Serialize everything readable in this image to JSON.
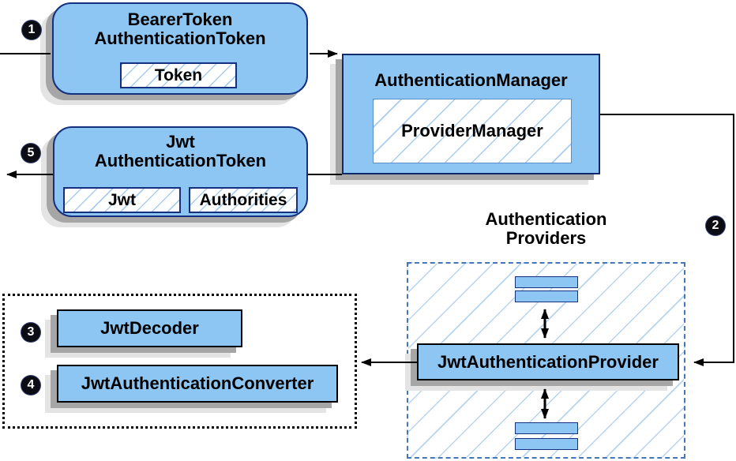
{
  "nodes": {
    "bearer_token": {
      "title_line1": "BearerToken",
      "title_line2": "AuthenticationToken",
      "field_token": "Token"
    },
    "authentication_manager": {
      "title": "AuthenticationManager",
      "field_provider_manager": "ProviderManager"
    },
    "jwt_authentication_token": {
      "title_line1": "Jwt",
      "title_line2": "AuthenticationToken",
      "field_jwt": "Jwt",
      "field_authorities": "Authorities"
    },
    "providers_group": {
      "label_line1": "Authentication",
      "label_line2": "Providers"
    },
    "jwt_authentication_provider": {
      "title": "JwtAuthenticationProvider"
    },
    "jwt_decoder": {
      "title": "JwtDecoder"
    },
    "jwt_authentication_converter": {
      "title": "JwtAuthenticationConverter"
    }
  },
  "steps": {
    "step1": "1",
    "step2": "2",
    "step3": "3",
    "step4": "4",
    "step5": "5"
  },
  "colors": {
    "node_fill": "#8dc6f2",
    "node_border_navy": "#14307e",
    "node_border_black": "#000000",
    "hatch_line": "#a9cdee",
    "providers_dash_border": "#4576b5",
    "arrow": "#000000",
    "shadow_dark": "#a6a6a6",
    "shadow_light": "#e4e4e4",
    "badge_bg": "#0c0c14",
    "badge_text": "#ffffff"
  }
}
